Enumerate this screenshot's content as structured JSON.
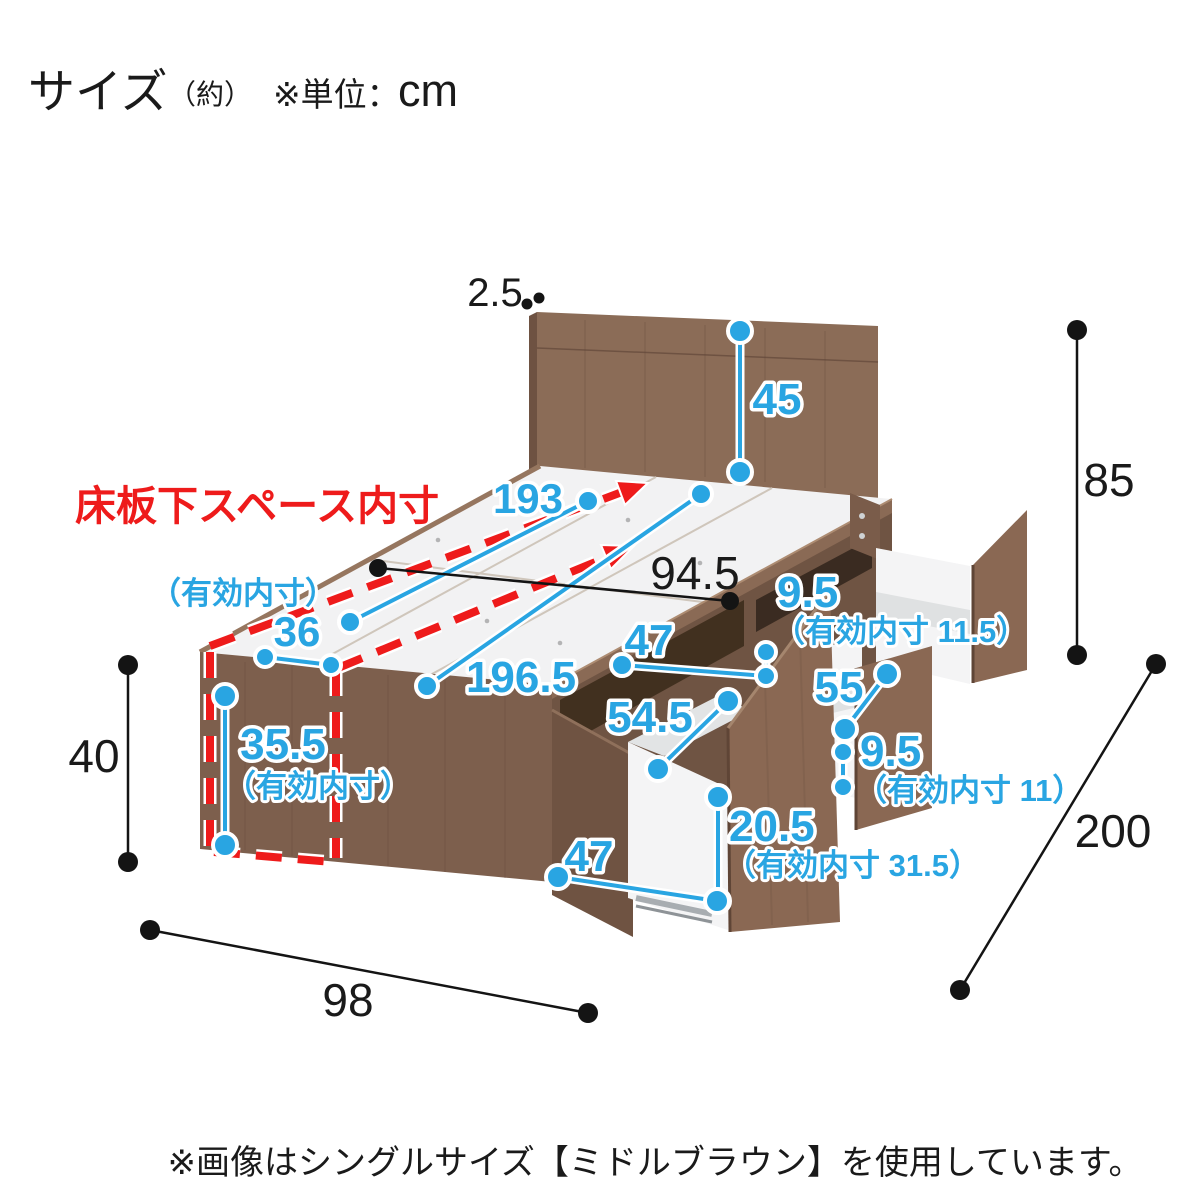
{
  "colors": {
    "accent_cyan": "#29a5e2",
    "accent_red": "#ee1b1b",
    "wood_brown": "#8a6a55",
    "text": "#1a1a1a"
  },
  "header": {
    "title": "サイズ",
    "title_note": "（約）",
    "unit_label": "※単位：",
    "unit_value": "cm"
  },
  "diagram": {
    "underfloor_space_label": "床板下スペース内寸",
    "dims": {
      "headboard_thickness": "2.5",
      "headboard_above_floor_board": "45",
      "total_height": "85",
      "floor_board_width": "94.5",
      "underfloor_length": "193",
      "underfloor_length_note": "（有効内寸）",
      "underfloor_width": "36",
      "total_length": "196.5",
      "underfloor_height": "35.5",
      "underfloor_height_note": "（有効内寸）",
      "frame_height": "40",
      "frame_width": "98",
      "frame_depth": "200",
      "upper_drawer_width": "47",
      "upper_drawer_height": "9.5",
      "upper_drawer_height_note": "（有効内寸 11.5）",
      "mid_drawer_length": "55",
      "mid_drawer_height": "9.5",
      "mid_drawer_height_note": "（有効内寸 11）",
      "big_drawer_length": "54.5",
      "big_drawer_height": "20.5",
      "big_drawer_height_note": "（有効内寸 31.5）",
      "big_drawer_width": "47"
    }
  },
  "footer": {
    "caption": "※画像はシングルサイズ【ミドルブラウン】を使用しています。"
  }
}
